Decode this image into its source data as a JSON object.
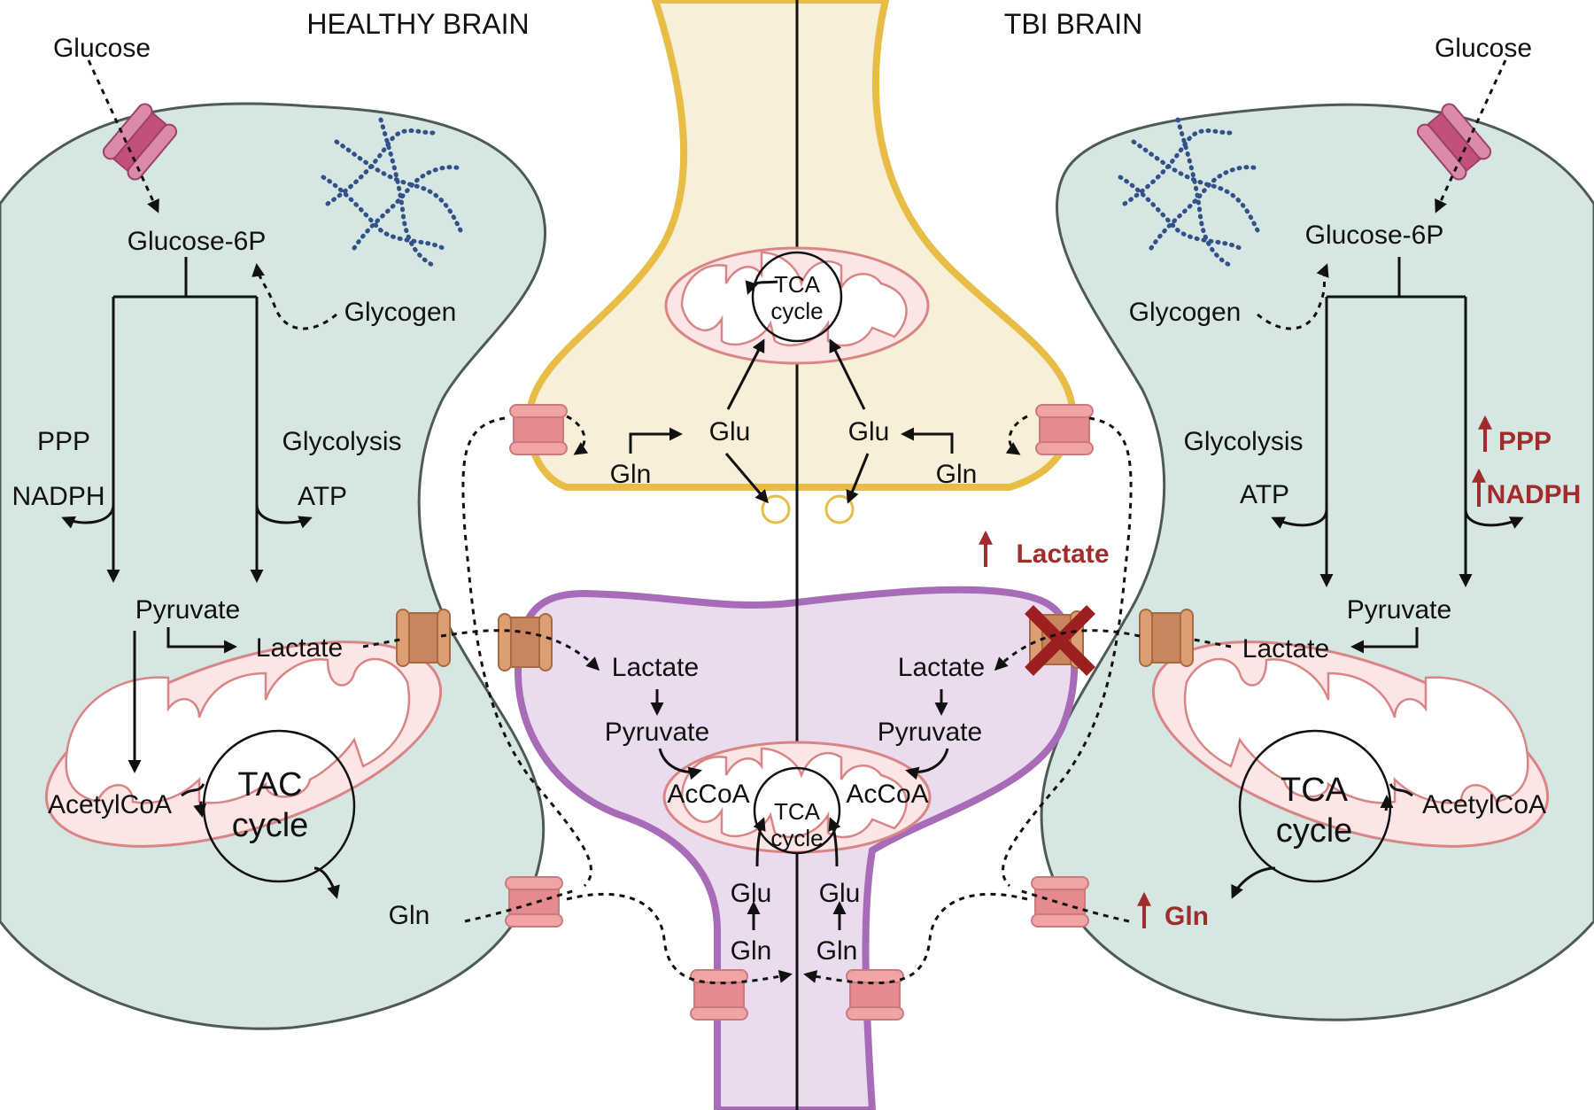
{
  "headers": {
    "left": "HEALTHY BRAIN",
    "right": "TBI BRAIN"
  },
  "left_astrocyte": {
    "glucose": "Glucose",
    "glucose6p": "Glucose-6P",
    "glycogen": "Glycogen",
    "ppp": "PPP",
    "nadph": "NADPH",
    "glycolysis": "Glycolysis",
    "atp": "ATP",
    "pyruvate": "Pyruvate",
    "lactate": "Lactate",
    "acetylcoa": "AcetylCoA",
    "cycle_line1": "TAC",
    "cycle_line2": "cycle",
    "gln": "Gln"
  },
  "right_astrocyte": {
    "glucose": "Glucose",
    "glucose6p": "Glucose-6P",
    "glycogen": "Glycogen",
    "glycolysis": "Glycolysis",
    "atp": "ATP",
    "ppp": "PPP",
    "nadph": "NADPH",
    "pyruvate": "Pyruvate",
    "lactate": "Lactate",
    "cycle_line1": "TCA",
    "cycle_line2": "cycle",
    "acetylcoa": "AcetylCoA",
    "gln": "Gln"
  },
  "presynaptic": {
    "cycle_line1": "TCA",
    "cycle_line2": "cycle",
    "glu_left": "Glu",
    "glu_right": "Glu",
    "gln_left": "Gln",
    "gln_right": "Gln",
    "lactate_increase": "Lactate"
  },
  "postsynaptic": {
    "lactate_left": "Lactate",
    "lactate_right": "Lactate",
    "pyruvate_left": "Pyruvate",
    "pyruvate_right": "Pyruvate",
    "accoa_left": "AcCoA",
    "accoa_right": "AcCoA",
    "cycle_line1": "TCA",
    "cycle_line2": "cycle",
    "glu_left": "Glu",
    "glu_right": "Glu",
    "gln_left": "Gln",
    "gln_right": "Gln"
  },
  "colors": {
    "astrocyte": "#d6e6e2",
    "presynaptic": "#f8efd9",
    "presynaptic_border": "#e8bd45",
    "postsynaptic": "#eadcee",
    "postsynaptic_border": "#a86bb8",
    "increase": "#a02c2c",
    "transporter_pink": "#f2a3a6",
    "transporter_orange": "#dc9e72",
    "glucose_transporter": "#cf7094"
  }
}
